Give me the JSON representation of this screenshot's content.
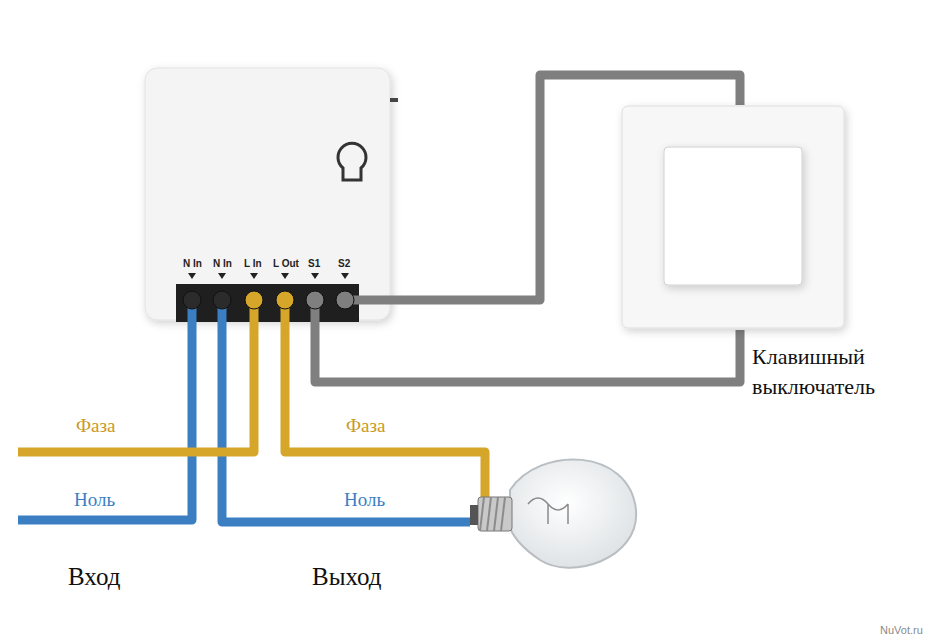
{
  "diagram": {
    "nodes": [
      {
        "text": [
          "Клавишный выключатель"
        ]
      }
    ],
    "labels": [
      "N In",
      "N In",
      "L In",
      "L Out",
      "S1",
      "S2",
      "Фаза",
      "Ноль",
      "Фаза",
      "Ноль",
      "Вход",
      "Выход",
      "NuVot.ru"
    ]
  }
}
